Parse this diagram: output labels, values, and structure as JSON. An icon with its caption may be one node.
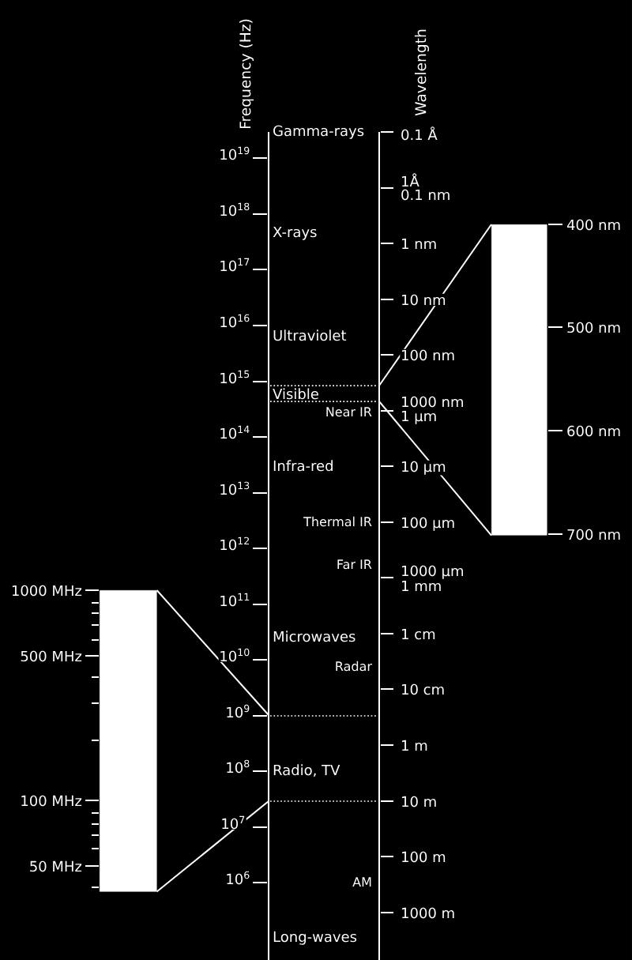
{
  "diagram": {
    "nodes": [
      {
        "text": [],
        "shape": "bar"
      },
      {
        "text": [],
        "shape": "bar"
      }
    ],
    "edges": [
      {
        "from": 0,
        "to": null,
        "arrow": "none"
      },
      {
        "from": 0,
        "to": null,
        "arrow": "none"
      },
      {
        "from": 1,
        "to": null,
        "arrow": "none"
      },
      {
        "from": 1,
        "to": null,
        "arrow": "none"
      }
    ],
    "labels": [
      "Frequency (Hz)",
      "Wavelength",
      "Gamma-rays",
      "0.1 Å",
      "10$^{19}$",
      "1Å",
      "0.1 nm",
      "10$^{18}$",
      "X-rays",
      "400 nm",
      "1 nm",
      "10$^{17}$",
      "10 nm",
      "10$^{16}$",
      "500 nm",
      "Ultraviolet",
      "100 nm",
      "10$^{15}$",
      "Visible",
      "1000 nm",
      "Near IR",
      "1 µm",
      "10$^{14}$",
      "600 nm",
      "Infra-red",
      "10 µm",
      "10$^{13}$",
      "Thermal IR",
      "100 µm",
      "700 nm",
      "10$^{12}$",
      "Far IR",
      "1000 µm",
      "1000 MHz",
      "1 mm",
      "10$^{11}$",
      "Microwaves",
      "1 cm",
      "500 MHz",
      "10$^{10}$",
      "Radar",
      "10 cm",
      "10$^{9}$",
      "1 m",
      "10$^{8}$",
      "Radio, TV",
      "100 MHz",
      "10 m",
      "10$^{7}$",
      "100 m",
      "50 MHz",
      "10$^{6}$",
      "AM",
      "1000 m",
      "Long-waves"
    ]
  }
}
